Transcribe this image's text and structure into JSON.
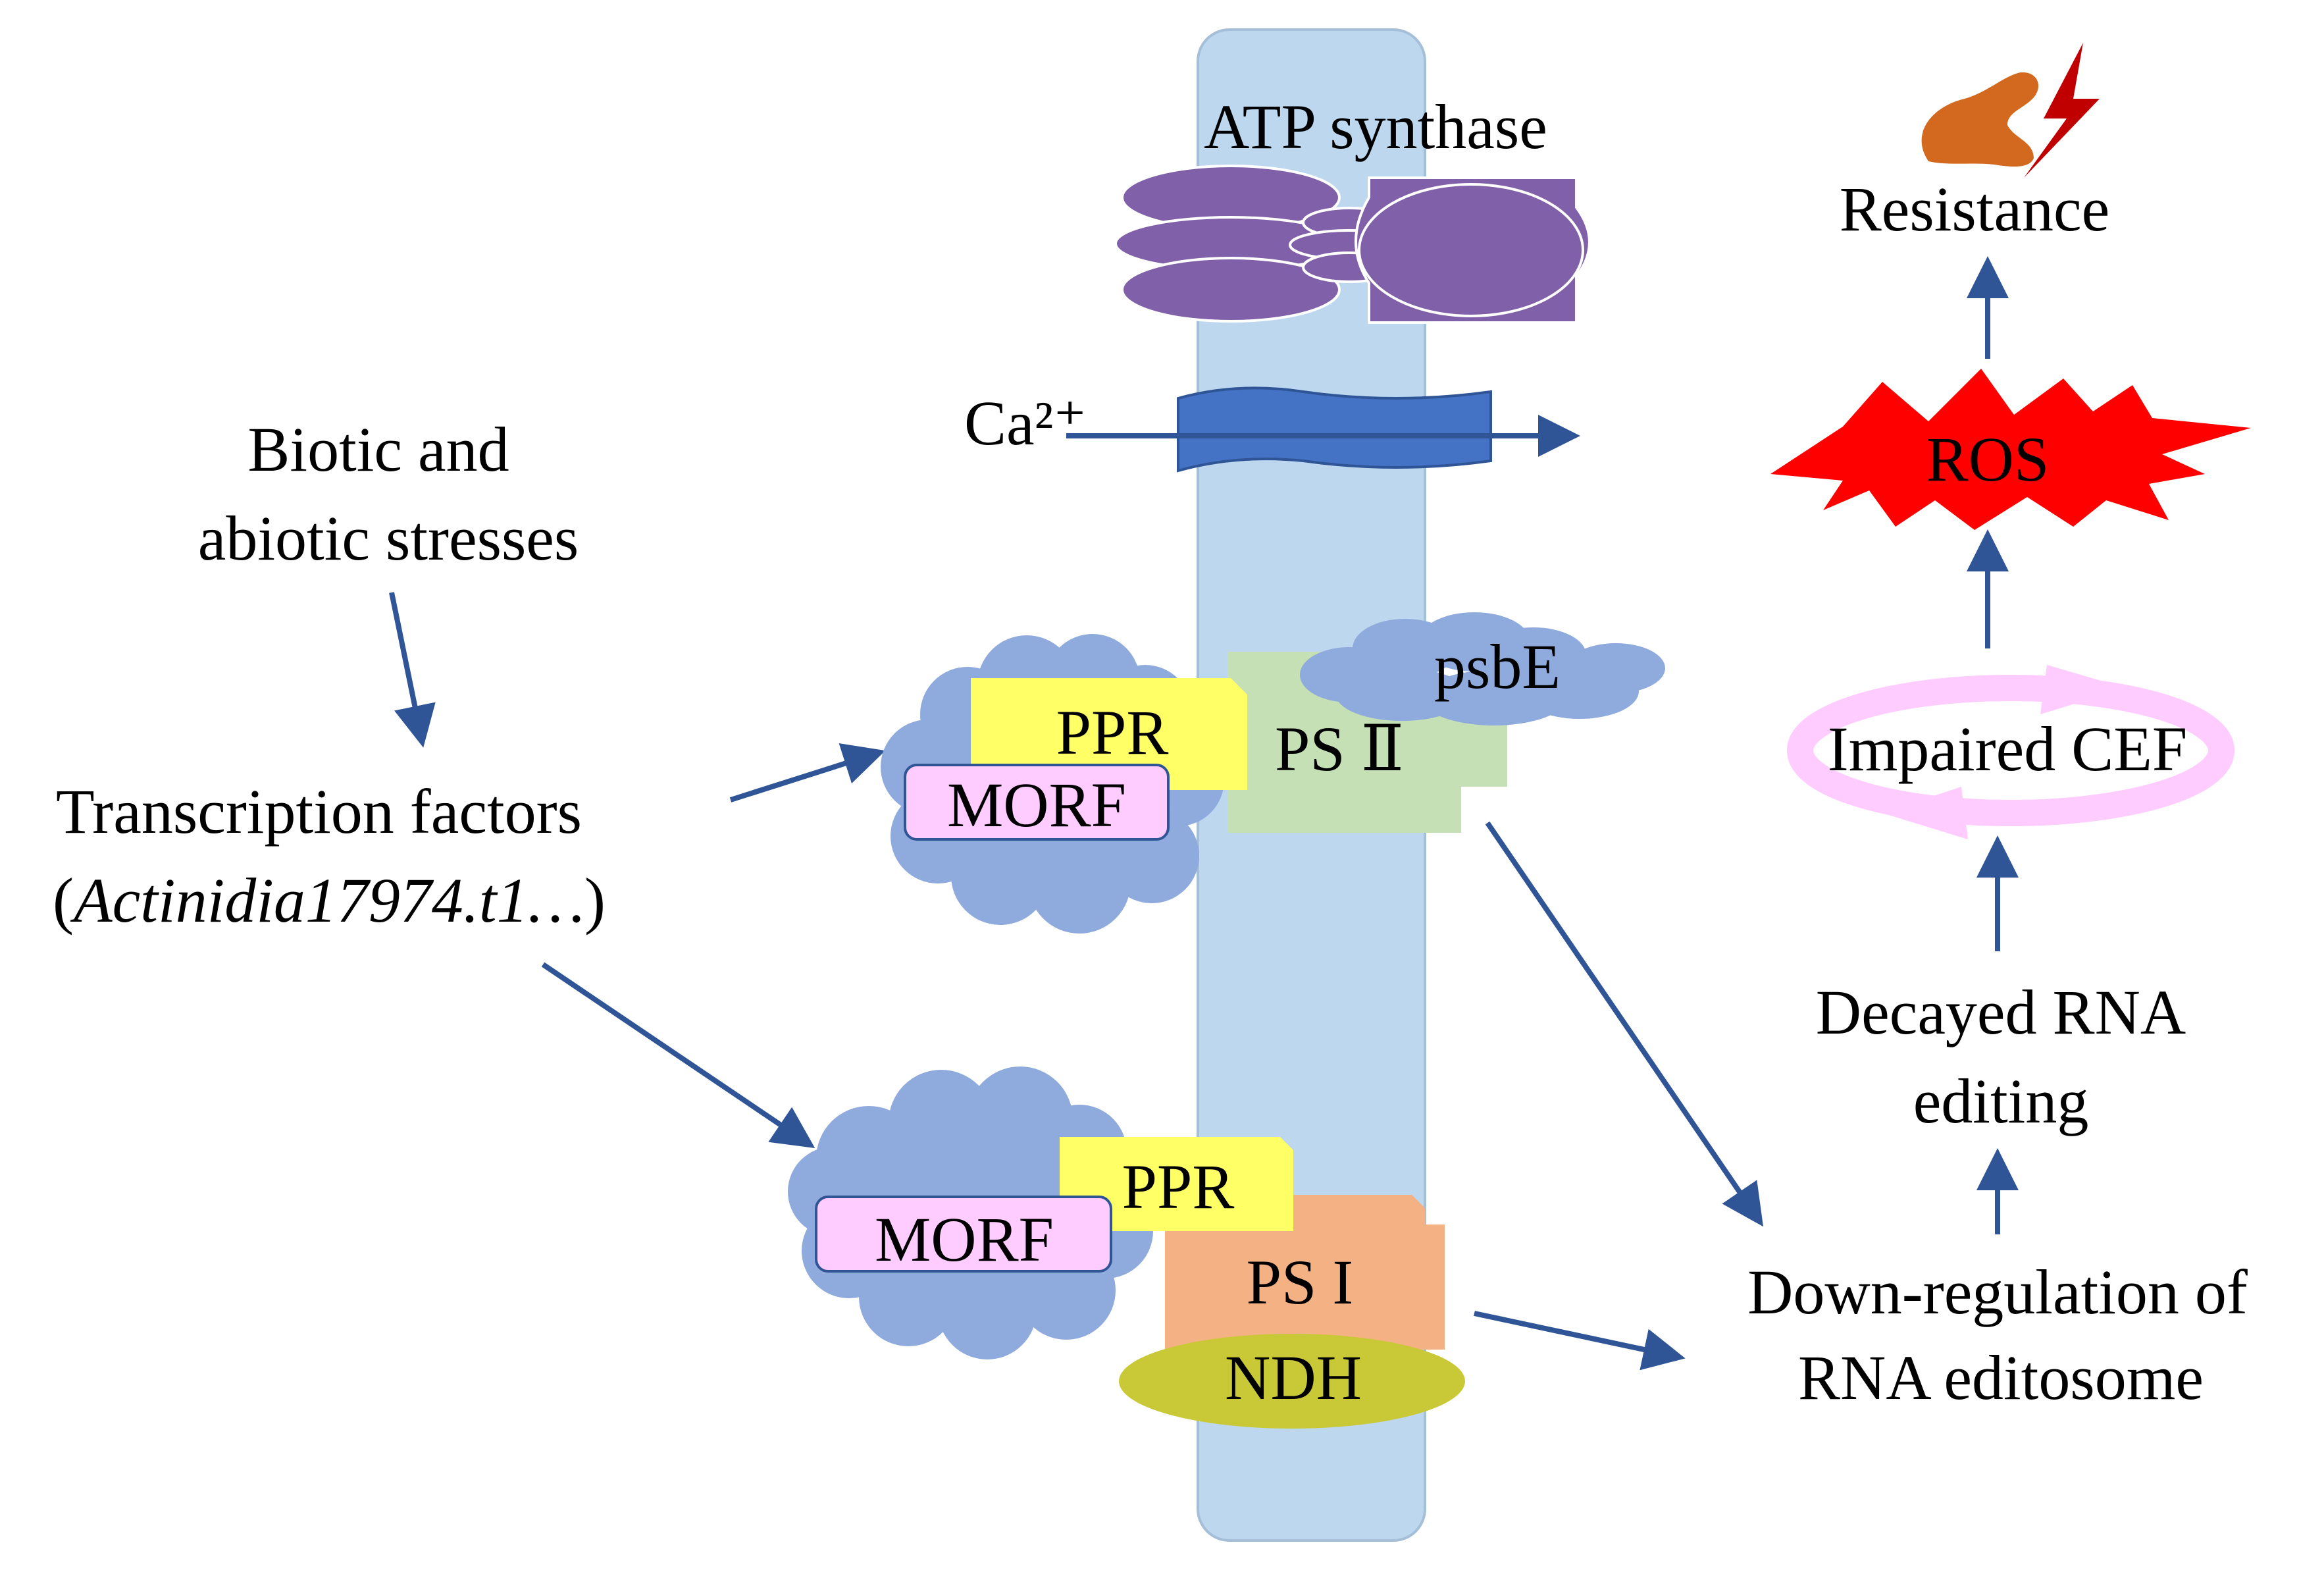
{
  "labels": {
    "atp_synthase": "ATP synthase",
    "resistance": "Resistance",
    "calcium": "Ca²⁺",
    "ros": "ROS",
    "stress_line1": "Biotic and",
    "stress_line2": "abiotic stresses",
    "tf_line1": "Transcription factors",
    "tf_open": "(",
    "tf_gene": "Actinidia17974.t1…",
    "tf_close": ")",
    "ppr_top": "PPR",
    "morf_top": "MORF",
    "ps2": "PS Ⅱ",
    "psbe": "psbE",
    "impaired_cef": "Impaired CEF",
    "decayed_line1": "Decayed RNA",
    "decayed_line2": "editing",
    "ppr_bottom": "PPR",
    "morf_bottom": "MORF",
    "ps1": "PS I",
    "ndh": "NDH",
    "downreg_line1": "Down-regulation of",
    "downreg_line2": "RNA editosome"
  },
  "colors": {
    "membrane": "#bdd7ee",
    "atp_synthase": "#8060a8",
    "calcium_channel": "#4472c4",
    "arrow": "#2f5597",
    "cloud": "#8faadc",
    "ppr": "#ffff66",
    "morf": "#ffccff",
    "ps2": "#c5e0b4",
    "ps1": "#f4b183",
    "ndh": "#c9c937",
    "ros": "#ff0000",
    "cef_cycle": "#ffccff",
    "muscle": "#d2691e",
    "lightning": "#c00000"
  },
  "icons": [
    "flexed-muscle-icon",
    "lightning-bolt-icon"
  ]
}
